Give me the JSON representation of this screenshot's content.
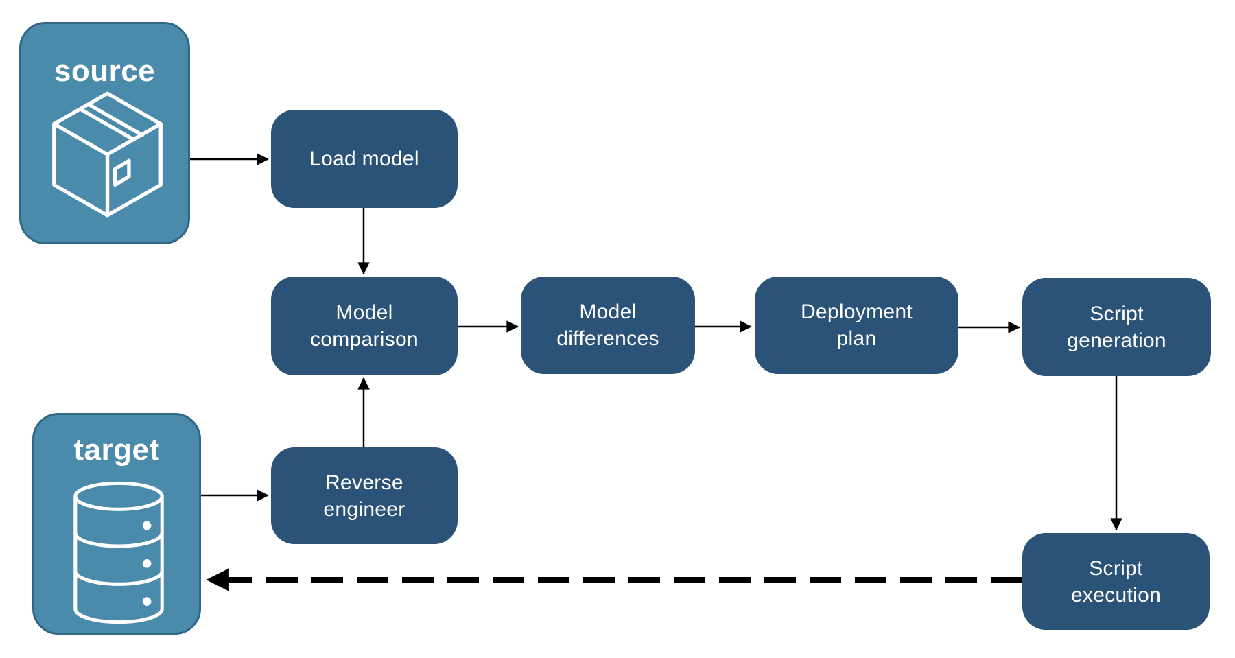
{
  "diagram": {
    "source": {
      "label": "source",
      "icon": "package-icon"
    },
    "target": {
      "label": "target",
      "icon": "database-icon"
    },
    "nodes": {
      "load_model": {
        "label": "Load model"
      },
      "model_comparison": {
        "label": "Model\ncomparison"
      },
      "model_differences": {
        "label": "Model\ndifferences"
      },
      "deployment_plan": {
        "label": "Deployment\nplan"
      },
      "script_generation": {
        "label": "Script\ngeneration"
      },
      "reverse_engineer": {
        "label": "Reverse\nengineer"
      },
      "script_execution": {
        "label": "Script\nexecution"
      }
    },
    "edges": [
      {
        "from": "source",
        "to": "load_model",
        "style": "solid"
      },
      {
        "from": "load_model",
        "to": "model_comparison",
        "style": "solid"
      },
      {
        "from": "target",
        "to": "reverse_engineer",
        "style": "solid"
      },
      {
        "from": "reverse_engineer",
        "to": "model_comparison",
        "style": "solid"
      },
      {
        "from": "model_comparison",
        "to": "model_differences",
        "style": "solid"
      },
      {
        "from": "model_differences",
        "to": "deployment_plan",
        "style": "solid"
      },
      {
        "from": "deployment_plan",
        "to": "script_generation",
        "style": "solid"
      },
      {
        "from": "script_generation",
        "to": "script_execution",
        "style": "solid"
      },
      {
        "from": "script_execution",
        "to": "target",
        "style": "dashed"
      }
    ],
    "colors": {
      "container_fill": "#4a8aab",
      "container_border": "#2f6784",
      "node_fill": "#2b5277",
      "label_text": "#ffffff",
      "arrow": "#000000",
      "background": "#ffffff"
    }
  }
}
